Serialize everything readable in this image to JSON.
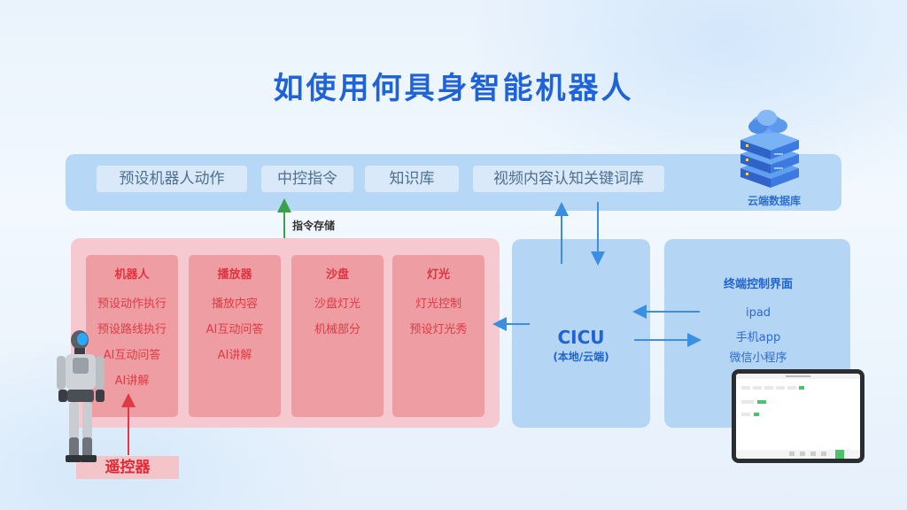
{
  "title": "如使用何具身智能机器人",
  "cloud": {
    "items": [
      "预设机器人动作",
      "中控指令",
      "知识库",
      "视频内容认知关键词库"
    ],
    "server_label": "云端数据库"
  },
  "store_label": "指令存储",
  "red_columns": [
    {
      "head": "机器人",
      "items": [
        "预设动作执行",
        "预设路线执行",
        "AI互动问答",
        "AI讲解"
      ]
    },
    {
      "head": "播放器",
      "items": [
        "播放内容",
        "AI互动问答",
        "AI讲解"
      ]
    },
    {
      "head": "沙盘",
      "items": [
        "沙盘灯光",
        "机械部分"
      ]
    },
    {
      "head": "灯光",
      "items": [
        "灯光控制",
        "预设灯光秀"
      ]
    }
  ],
  "cicu": {
    "title": "CICU",
    "subtitle": "(本地/云端)"
  },
  "terminal": {
    "head": "终端控制界面",
    "items": [
      "ipad",
      "手机app",
      "微信小程序"
    ]
  },
  "remote_label": "遥控器",
  "colors": {
    "title": "#1f63d8",
    "cloud_bar": "#b7d7f6",
    "red_panel": "#f5c9cf",
    "red_text": "#e0333f",
    "blue_box": "#b5d5f5",
    "arrow_blue": "#3b8fe0",
    "arrow_green": "#3aa04a",
    "arrow_red": "#e03a45"
  },
  "icons": [
    "cloud-server-icon",
    "humanoid-robot-image",
    "tablet-device-image"
  ]
}
